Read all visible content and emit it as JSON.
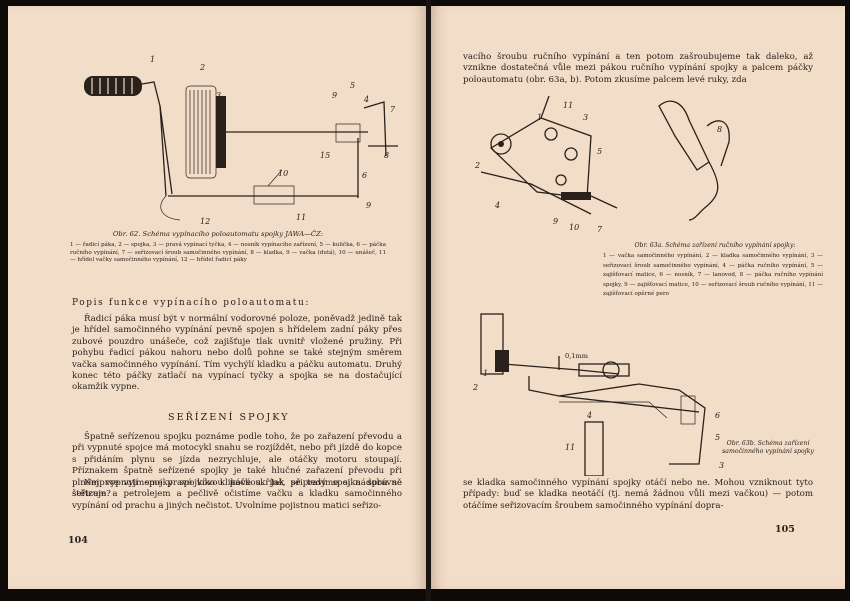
{
  "left_page": {
    "figure62": {
      "labels": [
        "1",
        "2",
        "3",
        "4",
        "5",
        "6",
        "7",
        "8",
        "9",
        "10",
        "11",
        "12",
        "15"
      ],
      "caption": "Obr. 62. Schéma vypínacího poloautomatu spojky JAWA—ČZ:",
      "legend": "1 — řadicí páka, 2 — spojka, 3 — pravá vypínací tyčka, 4 — nosník vypínacího zařízení, 5 — kulička, 6 — páčka ručního vypínání, 7 — seřizovací šroub samočinného vypínání, 8 — kladka, 9 — vačka (dutá), 10 — unášeč, 11 — hřídel vačky samočinného vypínání, 12 — hřídel řadicí páky"
    },
    "section1_heading": "Popis funkce vypínacího poloautomatu:",
    "section1_text": "Řadicí páka musí být v normální vodorovné poloze, poněvadž jedině tak je hřídel samočinného vypínání pevně spojen s hřídelem zadní páky přes zubové pouzdro unášeče, což zajišťuje tlak uvnitř vložené pružiny. Při pohybu řadicí pákou nahoru nebo dolů pohne se také stejným směrem vačka samočinného vypínání. Tím vychýlí kladku a páčku automatu. Druhý konec této páčky zatlačí na vypínací tyčky a spojka se na dostačující okamžik vypne.",
    "section2_heading": "SEŘÍZENÍ SPOJKY",
    "section2_p1": "Špatně seřízenou spojku poznáme podle toho, že po zařazení převodu a při vypnuté spojce má motocykl snahu se rozjíždět, nebo při jízdě do kopce s přidáním plynu se jízda nezrychluje, ale otáčky motoru stoupají. Příznakem špatně seřízené spojky je také hlučné zařazení převodu při plném vypnutí spojky spojkovou páčkou. Jak se tedy spojka správně seřizuje?",
    "section2_p2": "Nejprve vyjmeme pravé víko klikové skříně, připravíme si nádobu se štětcem a petrolejem a pečlivě očistíme vačku a kladku samočinného vypínání od prachu a jiných nečistot. Uvolníme pojistnou matici seřizo-",
    "page_number": "104"
  },
  "right_page": {
    "top_text": "vacího šroubu ručního vypínání a ten potom zašroubujeme tak daleko, až vznikne dostatečná vůle mezi pákou ručního vypínání spojky a palcem páčky poloautomatu (obr. 63a, b). Potom zkusíme palcem levé ruky, zda",
    "figure63a": {
      "labels": [
        "1",
        "2",
        "3",
        "4",
        "5",
        "8",
        "9",
        "10",
        "11",
        "7"
      ],
      "caption": "Obr. 63a. Schéma zařízení ručního vypínání spojky:",
      "legend": "1 — vačka samočinného vypínání, 2 — kladka samočinného vypínání, 3 — seřizovací šroub samočinného vypínání, 4 — páčka ručního vypínání, 5 — zajišťovací matice, 6 — nosník, 7 — lanovod, 8 — páčka ručního vypínání spojky, 9 — zajišťovací matice, 10 — seřizovací šroub ručního vypínání, 11 — zajišťovací opěrné pero"
    },
    "figure63b": {
      "labels": [
        "0,1mm",
        "1",
        "2",
        "3",
        "4",
        "5",
        "6",
        "11"
      ],
      "caption": "Obr. 63b. Schéma zařízení samočinného vypínání spojky"
    },
    "bottom_text": "se kladka samočinného vypínání spojky otáčí nebo ne. Mohou vzniknout tyto případy: buď se kladka neotáčí (tj. nemá žádnou vůli mezi vačkou) — potom otáčíme seřizovacím šroubem samočinného vypínání dopra-",
    "page_number": "105"
  }
}
